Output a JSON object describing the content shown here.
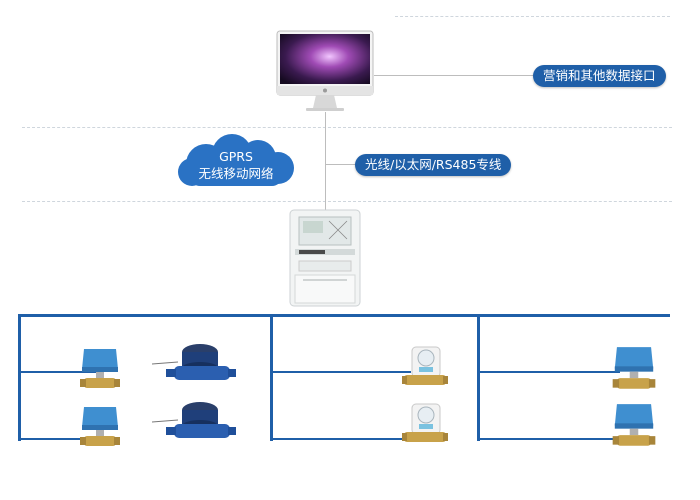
{
  "interface_label": "营销和其他数据接口",
  "network_label": "光线/以太网/RS485专线",
  "cloud": {
    "line1": "GPRS",
    "line2": "无线移动网络"
  },
  "colors": {
    "bus_blue": "#1f5fa8",
    "pill_blue": "#1f5fa8",
    "cloud_blue": "#2a72c4",
    "valve_blue": "#3f8fd0",
    "brass": "#c8a24a",
    "meter_navy": "#1f3f7a"
  },
  "icons": {
    "monitor": "imac-monitor-icon",
    "concentrator": "data-concentrator-icon",
    "valve": "motorized-valve-icon",
    "water_meter": "water-meter-icon",
    "smart_meter": "smart-water-meter-icon"
  }
}
